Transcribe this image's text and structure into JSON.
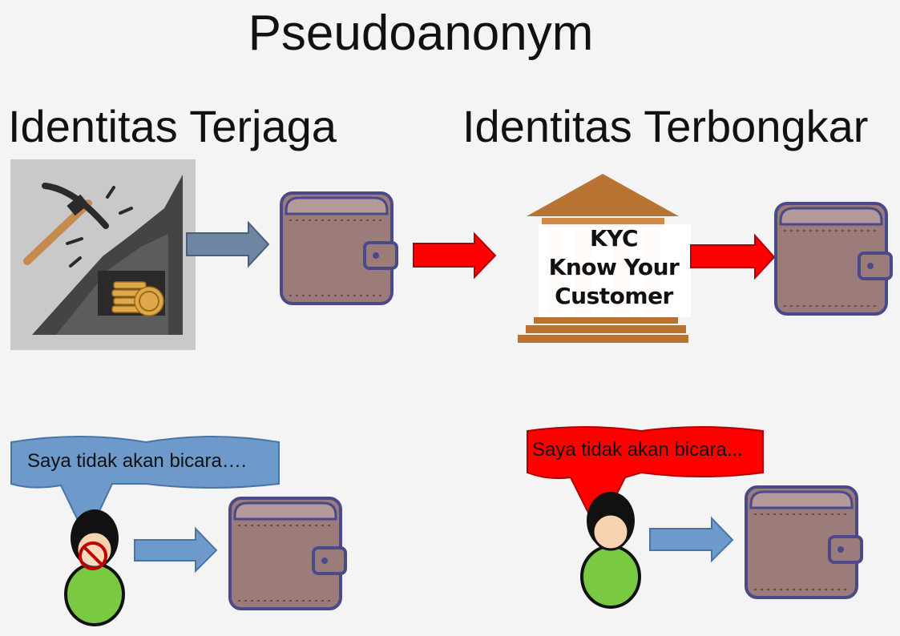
{
  "title": "Pseudoanonym",
  "left_heading": "Identitas Terjaga",
  "right_heading": "Identitas Terbongkar",
  "kyc": {
    "line1": "KYC",
    "line2": "Know Your",
    "line3": "Customer"
  },
  "bubbles": {
    "left_text": "Saya tidak akan bicara….",
    "right_text": "Saya tidak akan bicara..."
  },
  "colors": {
    "blue_arrow": "#6e9acb",
    "slate_arrow": "#6f86a3",
    "red_arrow": "#ff0000",
    "wallet": "#9c7b7b",
    "wallet_border": "#4a4a8a",
    "bank": "#b87333",
    "bubble_blue": "#6e9acb",
    "bubble_red": "#ff0000"
  },
  "icons": [
    "mining-icon",
    "wallet-icon",
    "bank-icon",
    "person-icon",
    "no-speak-icon"
  ]
}
